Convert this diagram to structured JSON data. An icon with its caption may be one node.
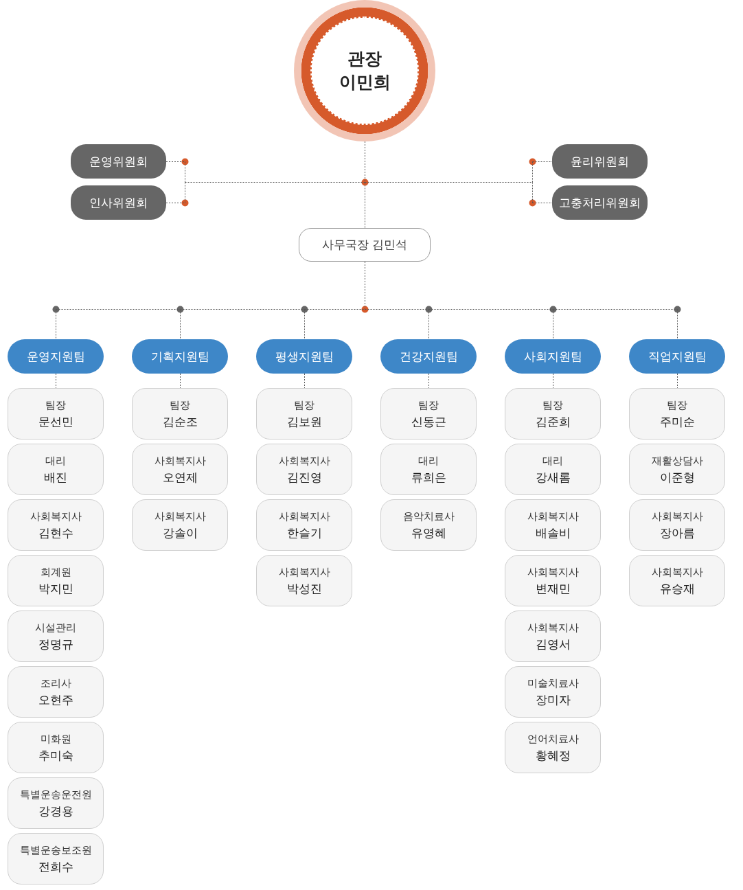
{
  "diagram": {
    "nodes": [
      {
        "text": [
          "관장",
          "이민희"
        ]
      },
      {
        "text": [
          "운영위원회"
        ]
      },
      {
        "text": [
          "인사위원회"
        ]
      },
      {
        "text": [
          "윤리위원회"
        ]
      },
      {
        "text": [
          "고충처리위원회"
        ]
      },
      {
        "text": [
          "사무국장 김민석"
        ]
      },
      {
        "text": [
          "운영지원팀"
        ]
      },
      {
        "text": [
          "기획지원팀"
        ]
      },
      {
        "text": [
          "평생지원팀"
        ]
      },
      {
        "text": [
          "건강지원팀"
        ]
      },
      {
        "text": [
          "사회지원팀"
        ]
      },
      {
        "text": [
          "직업지원팀"
        ]
      },
      {
        "text": [
          "팀장",
          "문선민"
        ]
      },
      {
        "text": [
          "대리",
          "배진"
        ]
      },
      {
        "text": [
          "사회복지사",
          "김현수"
        ]
      },
      {
        "text": [
          "회계원",
          "박지민"
        ]
      },
      {
        "text": [
          "시설관리",
          "정명규"
        ]
      },
      {
        "text": [
          "조리사",
          "오현주"
        ]
      },
      {
        "text": [
          "미화원",
          "추미숙"
        ]
      },
      {
        "text": [
          "특별운송운전원",
          "강경용"
        ]
      },
      {
        "text": [
          "특별운송보조원",
          "전희수"
        ]
      },
      {
        "text": [
          "팀장",
          "김순조"
        ]
      },
      {
        "text": [
          "사회복지사",
          "오연제"
        ]
      },
      {
        "text": [
          "사회복지사",
          "강솔이"
        ]
      },
      {
        "text": [
          "팀장",
          "김보원"
        ]
      },
      {
        "text": [
          "사회복지사",
          "김진영"
        ]
      },
      {
        "text": [
          "사회복지사",
          "한슬기"
        ]
      },
      {
        "text": [
          "사회복지사",
          "박성진"
        ]
      },
      {
        "text": [
          "팀장",
          "신동근"
        ]
      },
      {
        "text": [
          "대리",
          "류희은"
        ]
      },
      {
        "text": [
          "음악치료사",
          "유영혜"
        ]
      },
      {
        "text": [
          "팀장",
          "김준희"
        ]
      },
      {
        "text": [
          "대리",
          "강새롬"
        ]
      },
      {
        "text": [
          "사회복지사",
          "배솔비"
        ]
      },
      {
        "text": [
          "사회복지사",
          "변재민"
        ]
      },
      {
        "text": [
          "사회복지사",
          "김영서"
        ]
      },
      {
        "text": [
          "미술치료사",
          "장미자"
        ]
      },
      {
        "text": [
          "언어치료사",
          "황혜정"
        ]
      },
      {
        "text": [
          "팀장",
          "주미순"
        ]
      },
      {
        "text": [
          "재활상담사",
          "이준형"
        ]
      },
      {
        "text": [
          "사회복지사",
          "장아름"
        ]
      },
      {
        "text": [
          "사회복지사",
          "유승재"
        ]
      }
    ],
    "edges": [
      {
        "from": 0,
        "to": 5,
        "arrow": "none"
      },
      {
        "from": 0,
        "to": 1,
        "arrow": "none"
      },
      {
        "from": 0,
        "to": 2,
        "arrow": "none"
      },
      {
        "from": 0,
        "to": 3,
        "arrow": "none"
      },
      {
        "from": 0,
        "to": 4,
        "arrow": "none"
      },
      {
        "from": 5,
        "to": 6,
        "arrow": "none"
      },
      {
        "from": 5,
        "to": 7,
        "arrow": "none"
      },
      {
        "from": 5,
        "to": 8,
        "arrow": "none"
      },
      {
        "from": 5,
        "to": 9,
        "arrow": "none"
      },
      {
        "from": 5,
        "to": 10,
        "arrow": "none"
      },
      {
        "from": 5,
        "to": 11,
        "arrow": "none"
      },
      {
        "from": 6,
        "to": 12,
        "arrow": "none"
      },
      {
        "from": 7,
        "to": 21,
        "arrow": "none"
      },
      {
        "from": 8,
        "to": 24,
        "arrow": "none"
      },
      {
        "from": 9,
        "to": 28,
        "arrow": "none"
      },
      {
        "from": 10,
        "to": 31,
        "arrow": "none"
      },
      {
        "from": 11,
        "to": 38,
        "arrow": "none"
      }
    ]
  }
}
